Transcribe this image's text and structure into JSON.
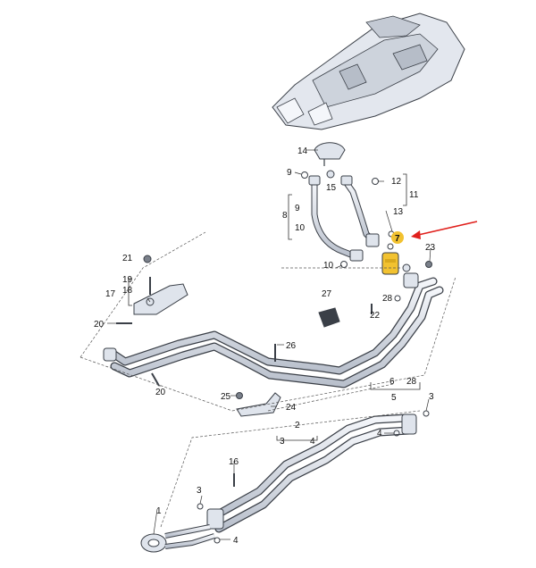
{
  "diagram": {
    "callouts": {
      "c1": "1",
      "c2": "2",
      "c3a": "3",
      "c3b": "3",
      "c3c": "3",
      "c4a": "4",
      "c4b": "4",
      "c4c": "4",
      "c5": "5",
      "c6": "6",
      "c7": "7",
      "c8": "8",
      "c9a": "9",
      "c9b": "9",
      "c10a": "10",
      "c10b": "10",
      "c11": "11",
      "c12": "12",
      "c13": "13",
      "c14": "14",
      "c15": "15",
      "c16": "16",
      "c17": "17",
      "c18": "18",
      "c19": "19",
      "c20a": "20",
      "c20b": "20",
      "c21": "21",
      "c22": "22",
      "c23": "23",
      "c24": "24",
      "c25": "25",
      "c26": "26",
      "c27": "27",
      "c28a": "28",
      "c28b": "28"
    },
    "highlight_color": "#f2c230",
    "arrow_color": "#e0201c",
    "part_fill": "#dfe4ec",
    "part_stroke": "#3a3f47"
  }
}
